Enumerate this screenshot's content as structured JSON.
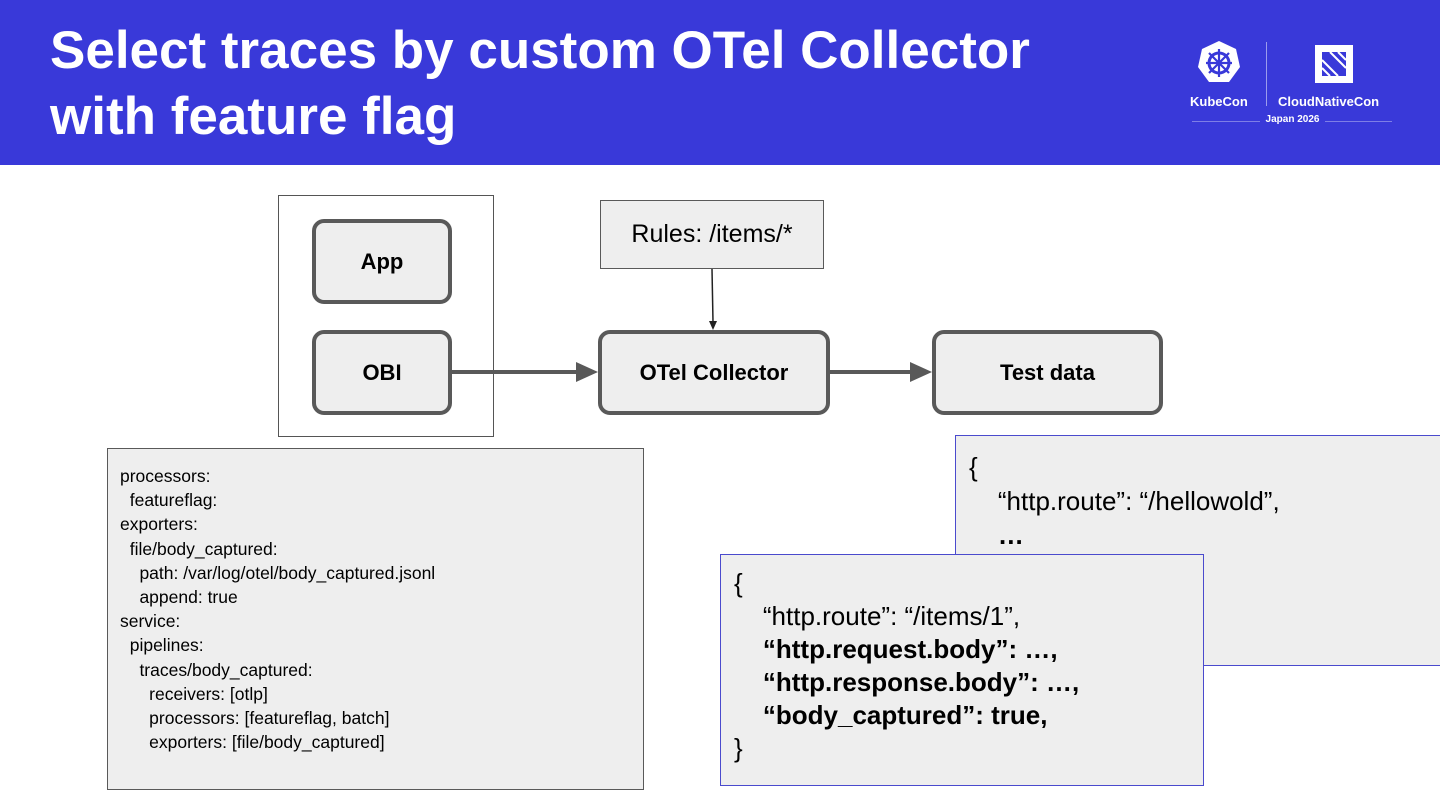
{
  "header": {
    "title_lines": [
      "Select traces by custom OTel Collector",
      "with feature flag"
    ],
    "logo": {
      "left_name": "KubeCon",
      "right_name": "CloudNativeCon",
      "subtitle": "Japan 2026",
      "left_icon": "kubernetes-helm-icon",
      "right_icon": "cncf-icon"
    },
    "bg_color": "#3939d9"
  },
  "diagram": {
    "nodes": {
      "app": "App",
      "obi": "OBI",
      "collector": "OTel Collector",
      "test_data": "Test data"
    },
    "rules": "Rules: /items/*",
    "edges": [
      {
        "from": "OBI",
        "to": "OTel Collector"
      },
      {
        "from": "OTel Collector",
        "to": "Test data"
      },
      {
        "from": "Rules: /items/*",
        "to": "OTel Collector"
      }
    ]
  },
  "config": {
    "lines": [
      "processors:",
      "  featureflag:",
      "exporters:",
      "  file/body_captured:",
      "    path: /var/log/otel/body_captured.jsonl",
      "    append: true",
      "service:",
      "  pipelines:",
      "    traces/body_captured:",
      "      receivers: [otlp]",
      "      processors: [featureflag, batch]",
      "      exporters: [file/body_captured]"
    ]
  },
  "json_back": {
    "open": "{",
    "route": "    “http.route”: “/hellowold”,",
    "ellipsis": "    …"
  },
  "json_front": {
    "open": "{",
    "route": "    “http.route”: “/items/1”,",
    "request_body": "    “http.request.body”: …,",
    "response_body": "    “http.response.body”: …,",
    "body_captured": "    “body_captured”: true,",
    "close": "}"
  }
}
